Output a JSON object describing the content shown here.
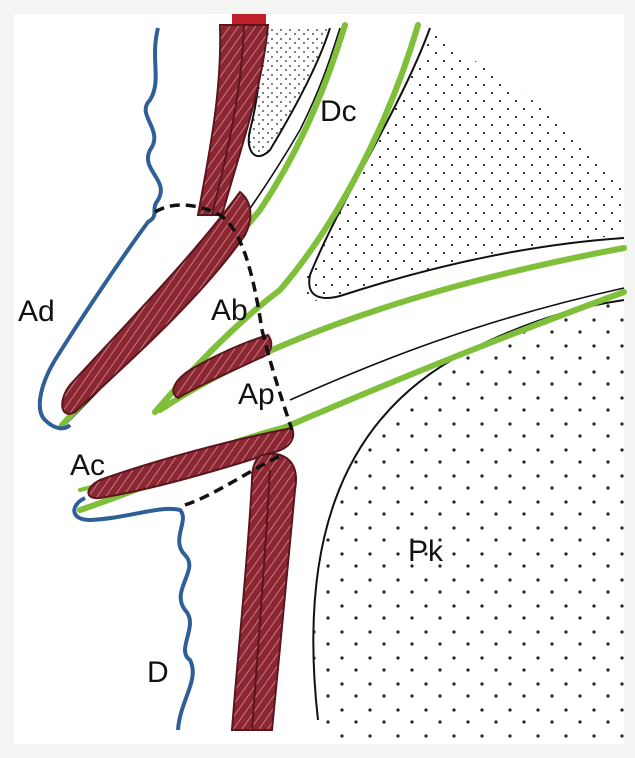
{
  "labels": {
    "dc": "Dc",
    "ad": "Ad",
    "ab": "Ab",
    "ap": "Ap",
    "ac": "Ac",
    "pk": "Pk",
    "d": "D"
  },
  "colors": {
    "blue": "#2f5f97",
    "maroon": "#8a2733",
    "green": "#7fbf3a",
    "ink": "#111111",
    "background": "#ffffff"
  }
}
